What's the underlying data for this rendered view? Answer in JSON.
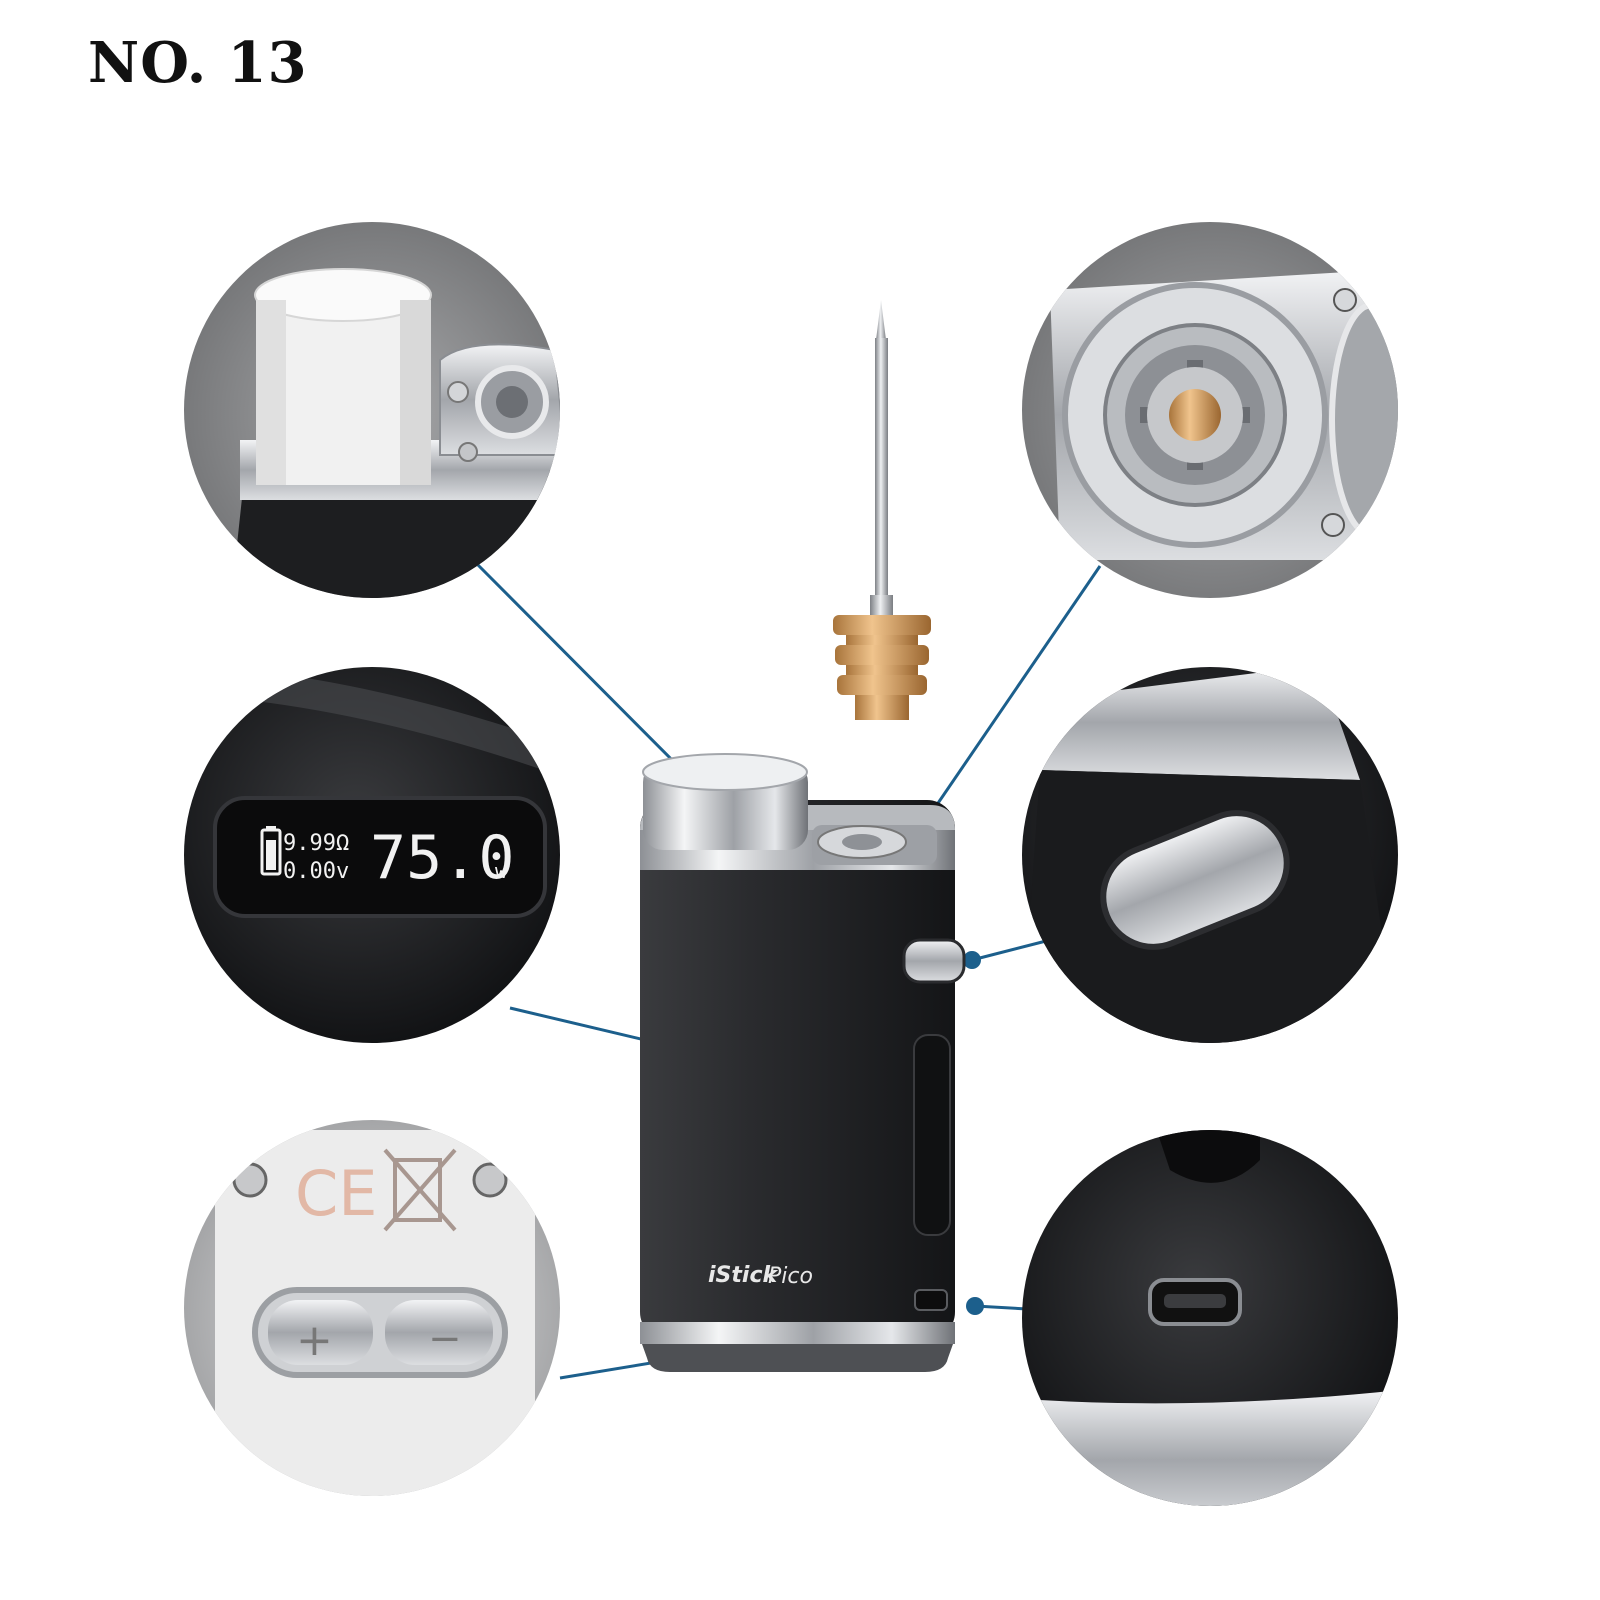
{
  "page_label": "NO. 13",
  "display": {
    "resistance": "9.99Ω",
    "voltage": "0.00v",
    "wattage": "75.0",
    "unit": "w"
  },
  "device": {
    "brand": "iStick",
    "model": "Pico"
  },
  "markings": {
    "ce": "CE",
    "plus": "+",
    "minus": "−"
  },
  "colors": {
    "callout_line": "#1c5f8c",
    "device_body": "#222326",
    "chrome": "#c9ccd0",
    "zoom_gray": "#8e8f91",
    "brass": "#c99a5a",
    "display_text": "#f2f2f2"
  }
}
